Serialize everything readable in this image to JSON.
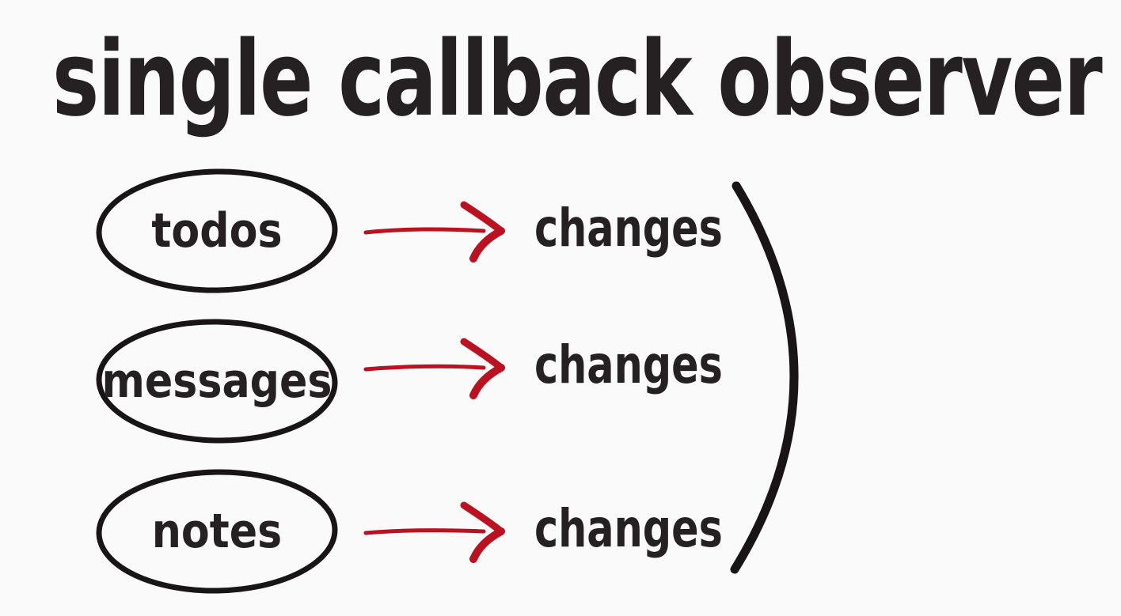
{
  "title": "single callback observer",
  "colors": {
    "background": "#fbfafb",
    "ink": "#191516",
    "text": "#252021",
    "arrow_red": "#bb1120"
  },
  "diagram": {
    "rows": [
      {
        "source": "todos",
        "result": "changes"
      },
      {
        "source": "messages",
        "result": "changes"
      },
      {
        "source": "notes",
        "result": "changes"
      }
    ]
  },
  "icons": {
    "arrow": "red-right-arrow",
    "bracket": "closing-parenthesis-curve"
  }
}
